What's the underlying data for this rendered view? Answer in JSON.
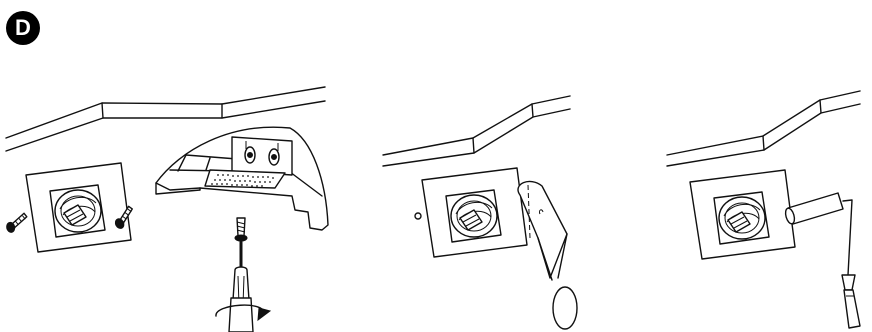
{
  "step": {
    "label": "D"
  },
  "panels": [
    {
      "id": "remove-screws",
      "icons": [
        "ceiling-edge",
        "lamp-frame",
        "screw-icon",
        "screw-icon"
      ]
    },
    {
      "id": "fasten-bracket",
      "icons": [
        "ceiling-cutaway",
        "mounting-bracket",
        "screw-icon",
        "screwdriver-icon",
        "rotation-arrow-icon"
      ]
    },
    {
      "id": "apply-filler",
      "icons": [
        "ceiling-edge",
        "lamp-frame",
        "spatula-icon"
      ]
    },
    {
      "id": "paint-frame",
      "icons": [
        "ceiling-edge",
        "lamp-frame",
        "paint-roller-icon"
      ]
    }
  ],
  "colors": {
    "line": "#111111",
    "background": "#ffffff",
    "badge": "#000000"
  }
}
